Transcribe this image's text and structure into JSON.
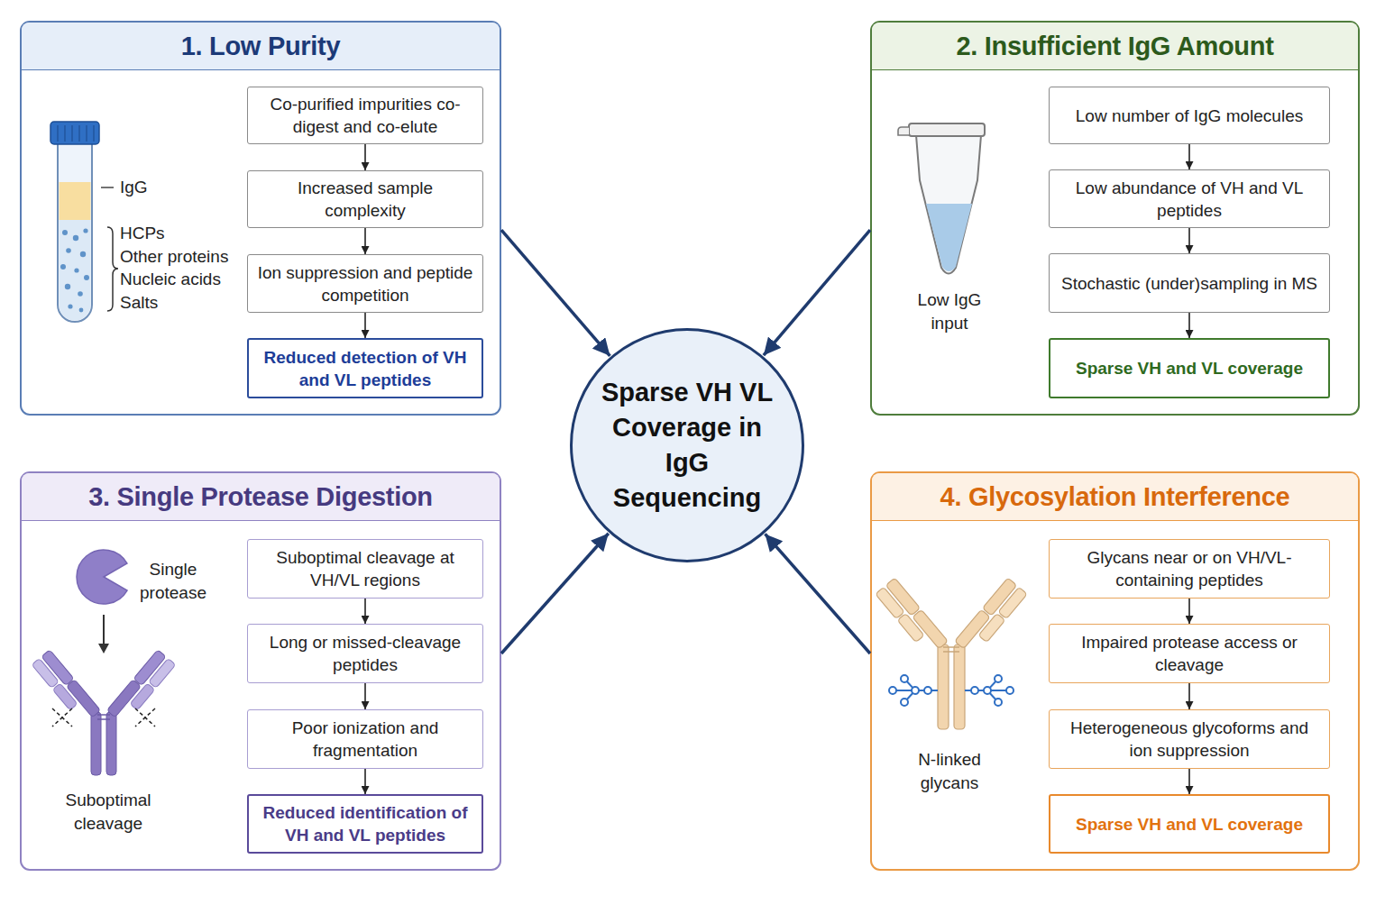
{
  "diagram": {
    "nodes": [
      {
        "text": [
          "1. Low Purity"
        ]
      },
      {
        "text": [
          "Co-purified impurities co-digest and co-elute"
        ],
        "in": 0
      },
      {
        "text": [
          "Increased sample complexity"
        ],
        "in": 0
      },
      {
        "text": [
          "Ion suppression and peptide competition"
        ],
        "in": 0
      },
      {
        "text": [
          "Reduced detection of VH and VL peptides"
        ],
        "in": 0
      },
      {
        "text": [
          "2. Insufficient IgG Amount"
        ]
      },
      {
        "text": [
          "Low number of IgG molecules"
        ],
        "in": 5
      },
      {
        "text": [
          "Low abundance of VH and VL peptides"
        ],
        "in": 5
      },
      {
        "text": [
          "Stochastic (under)sampling in MS"
        ],
        "in": 5
      },
      {
        "text": [
          "Sparse VH and VL coverage"
        ],
        "in": 5
      },
      {
        "text": [
          "Sparse VH VL Coverage in IgG Sequencing"
        ]
      },
      {
        "text": [
          "3. Single Protease Digestion"
        ]
      },
      {
        "text": [
          "Suboptimal cleavage at VH/VL regions"
        ],
        "in": 11
      },
      {
        "text": [
          "Long or missed-cleavage peptides"
        ],
        "in": 11
      },
      {
        "text": [
          "Poor ionization and fragmentation"
        ],
        "in": 11
      },
      {
        "text": [
          "Reduced identification of VH and VL peptides"
        ],
        "in": 11
      },
      {
        "text": [
          "4. Glycosylation Interference"
        ]
      },
      {
        "text": [
          "Glycans near or on VH/VL-containing peptides"
        ],
        "in": 16
      },
      {
        "text": [
          "Impaired protease access or cleavage"
        ],
        "in": 16
      },
      {
        "text": [
          "Heterogeneous glycoforms and ion suppression"
        ],
        "in": 16
      },
      {
        "text": [
          "Sparse VH and VL coverage"
        ],
        "in": 16
      }
    ],
    "edges": [
      {
        "from": 1,
        "to": 2,
        "arrow": "to"
      },
      {
        "from": 2,
        "to": 3,
        "arrow": "to"
      },
      {
        "from": 3,
        "to": 4,
        "arrow": "to"
      },
      {
        "from": 6,
        "to": 7,
        "arrow": "to"
      },
      {
        "from": 7,
        "to": 8,
        "arrow": "to"
      },
      {
        "from": 8,
        "to": 9,
        "arrow": "to"
      },
      {
        "from": 12,
        "to": 13,
        "arrow": "to"
      },
      {
        "from": 13,
        "to": 14,
        "arrow": "to"
      },
      {
        "from": 14,
        "to": 15,
        "arrow": "to"
      },
      {
        "from": 17,
        "to": 18,
        "arrow": "to"
      },
      {
        "from": 18,
        "to": 19,
        "arrow": "to"
      },
      {
        "from": 19,
        "to": 20,
        "arrow": "to"
      },
      {
        "from": 0,
        "to": 10,
        "arrow": "to"
      },
      {
        "from": 5,
        "to": 10,
        "arrow": "to"
      },
      {
        "from": 11,
        "to": 10,
        "arrow": "to"
      },
      {
        "from": 16,
        "to": 10,
        "arrow": "to"
      }
    ],
    "labels": [
      "IgG",
      "HCPs",
      "Other proteins",
      "Nucleic acids",
      "Salts",
      "Low IgG input",
      "Single protease",
      "Suboptimal cleavage",
      "N-linked glycans"
    ]
  }
}
